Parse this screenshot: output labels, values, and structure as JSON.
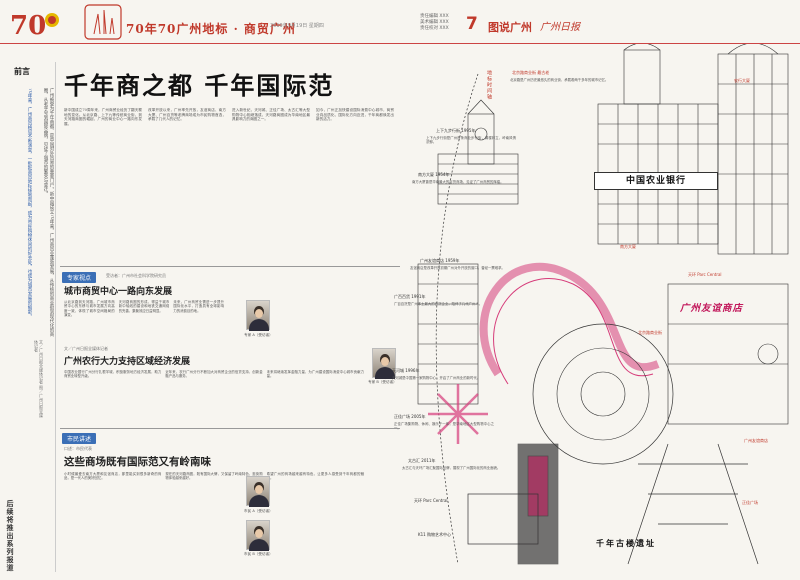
{
  "masthead": {
    "series_title": "70年70广州地标 · 商贸广州",
    "series_date": "2019年9月19日 星期四",
    "page_meta": [
      "责任编辑 XXX",
      "美术编辑 XXX",
      "责任校对 XXX"
    ],
    "page_number": "7",
    "page_section": "图说广州",
    "paper_logo": "广州日报"
  },
  "left": {
    "label": "前言",
    "intro_a": "广州被誉为千年商都，是中国对外贸易的重要门户。新中国成立70年来，广州商贸业蓬勃发展，从传统的商业街到现代化的商圈，从老字号到国际品牌，见证了城市的繁荣与变迁。",
    "intro_b": "70年来，广州商贸格局不断演变，一批批商贸地标拔地而起，成为市民购物休闲的好去处，也成为城市发展的缩影。",
    "credits": "文／广州日报全媒体记者  图／广州日报全媒体记者",
    "series_vertical": "后续将推出系列报道"
  },
  "headline": "千年商之都  千年国际范",
  "body": [
    "新中国成立70周年来，广州商贸业经历了翻天覆地的变化。从北京路、上下九等传统商业街，到天河路商圈的崛起，广州的商业中心一路向东发展。",
    "改革开放以来，广州率先开放，友谊商店、南方大厦、广州百货等老牌商场成为市民购物首选，承载了几代人的记忆。",
    "进入新世纪，天河城、正佳广场、太古汇等大型购物中心相继落成，天河路商圈成为华南地区最具影响力的商圈之一。",
    "如今，广州正加快建设国际消费中心城市，商贸业向品质化、国际化方向迈进，千年商都焕发出新的活力。"
  ],
  "sections": [
    {
      "tag": "专家视点",
      "title": "城市商贸中心一路向东发展",
      "byline": "受访者：广州市社会科学院研究员",
      "cols": [
        "从北京路到天河路，广州城市商贸中心的东移与城市发展方向高度一致，体现了城市空间格局的演变。",
        "天河路商圈的形成，得益于城市新中轴线的建设和地铁交通网络的完善，集聚效应日益明显。",
        "未来，广州商贸业需进一步提升国际化水平，打造具有全球影响力的消费目的地。"
      ],
      "person_a": "专家 A（受访者）",
      "person_b": "专家 B（受访者）"
    },
    {
      "title": "广州农行大力支持区域经济发展",
      "byline": "文／广州日报全媒体记者",
      "cols": [
        "中国农业银行广州分行扎根羊城，积极服务地方经济发展，助力商贸业转型升级。",
        "近年来，农行广州分行不断加大对商贸企业的信贷支持，创新金融产品与服务。",
        "未来将继续发挥金融力量，为广州建设国际消费中心城市贡献力量。"
      ]
    },
    {
      "tag": "市民讲述",
      "title": "这些商场既有国际范又有岭南味",
      "byline": "口述：市民代表",
      "cols": [
        "小时候最爱去南方大厦和友谊商店，那里能买到很多新奇的商品，是一代人的美好回忆。",
        "现在的天河路商圈，既有国际大牌，又保留了岭南特色，逛街购物体验越来越好。",
        "希望广州的商场越来越有特色，让更多人感受到千年商都的魅力。"
      ],
      "person_c": "市民 A（受访者）",
      "person_d": "市民 B（受访者）"
    }
  ],
  "illustration": {
    "timeline_vertical": "地标时间轴",
    "labels": {
      "l1": "北京路商业街  最古老",
      "l2": "上下九步行街  1995年",
      "l3": "南方大厦  1954年",
      "l4": "广州友谊商店  1959年",
      "l5": "广百百货  1991年",
      "l6": "天河城  1996年",
      "l7": "正佳广场  2005年",
      "l8": "太古汇  2011年",
      "l9": "天环 Parc Central",
      "l10": "K11 购物艺术中心",
      "l11": "北京路商业街",
      "l12": "南方大厦",
      "l13": "广州友谊商店",
      "l14": "农行大厦",
      "l15": "天环 Parc Central",
      "l16": "正佳广场"
    },
    "blurbs": [
      "北京路是广州历史最悠久的商业街，承载着两千多年的城市记忆。",
      "上下九步行街是广州首条商业步行街，骑楼林立，岭南风情浓郁。",
      "南方大厦曾是华南最大的百货商场，见证了广州商贸的辉煌。",
      "友谊商店是改革开放初期广州对外开放的窗口，曾经一票难求。",
      "广百百货是广州本土最大的百货企业，陪伴了几代广州人。",
      "天河城是中国第一家购物中心，开启了广州商业的新时代。",
      "正佳广场集购物、休闲、娱乐于一体，是华南地区大型购物中心之一。",
      "太古汇与天环广场汇聚国际品牌，展现了广州国际化的商业面貌。"
    ],
    "bank_sign": "中国农业银行",
    "store_sign": "广州友谊商店",
    "bottom_caption": "千年古楼遗址",
    "accent_pink": "#d63c7a"
  }
}
